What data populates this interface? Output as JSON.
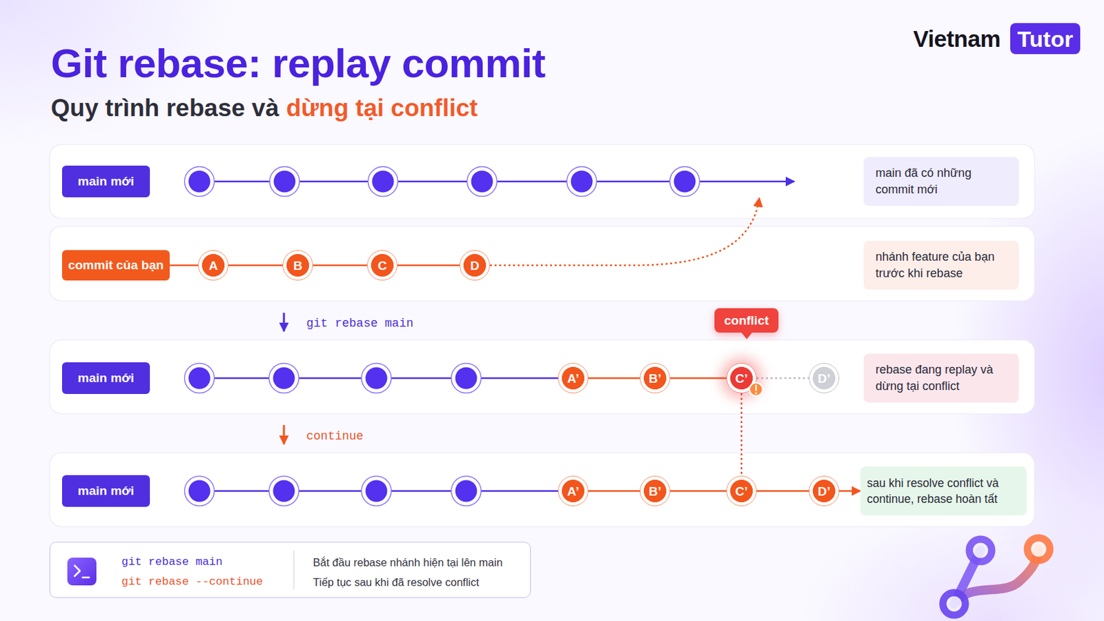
{
  "diagram": {
    "title": "Git rebase: replay commit",
    "caption": "Quy trình rebase và",
    "nodes": [
      {
        "text": [
          "main mới"
        ]
      },
      {
        "text": [
          "main đã có những commit mới"
        ]
      },
      {
        "text": [
          "commit của bạn"
        ]
      },
      {
        "text": [
          "A"
        ]
      },
      {
        "text": [
          "B"
        ]
      },
      {
        "text": [
          "C"
        ]
      },
      {
        "text": [
          "D"
        ]
      },
      {
        "text": [
          "nhánh feature của bạn trước khi rebase"
        ]
      },
      {
        "text": [
          "conflict"
        ]
      },
      {
        "text": [
          "main mới"
        ]
      },
      {
        "text": [
          "A’"
        ]
      },
      {
        "text": [
          "B’"
        ]
      },
      {
        "text": [
          "C’"
        ]
      },
      {
        "text": [
          "D’"
        ]
      },
      {
        "text": [
          "rebase đang replay và dừng tại conflict"
        ]
      },
      {
        "text": [
          "main mới"
        ]
      },
      {
        "text": [
          "A’"
        ]
      },
      {
        "text": [
          "B’"
        ]
      },
      {
        "text": [
          "C’"
        ]
      },
      {
        "text": [
          "D’"
        ]
      },
      {
        "text": [
          "sau khi resolve conflict và continue, rebase hoàn tất"
        ]
      },
      {
        "text": [
          "git rebase main",
          "git rebase --continue",
          "Bắt đầu rebase nhánh hiện tại lên main",
          "Tiếp tục sau khi đã resolve conflict"
        ]
      }
    ],
    "edges": [
      {
        "from": 2,
        "to": 3,
        "arrow": "none"
      },
      {
        "from": 3,
        "to": 4,
        "arrow": "none"
      },
      {
        "from": 4,
        "to": 5,
        "arrow": "none"
      },
      {
        "from": 5,
        "to": 6,
        "arrow": "none"
      },
      {
        "from": 10,
        "to": 11,
        "arrow": "none"
      },
      {
        "from": 11,
        "to": 12,
        "arrow": "none"
      },
      {
        "from": 12,
        "to": 13,
        "arrow": "none"
      },
      {
        "from": 12,
        "to": 18,
        "arrow": "none"
      },
      {
        "from": 16,
        "to": 17,
        "arrow": "none"
      },
      {
        "from": 17,
        "to": 18,
        "arrow": "none"
      },
      {
        "from": 18,
        "to": 19,
        "arrow": "none"
      },
      {
        "from": 19,
        "to": 20,
        "arrow": "to"
      }
    ],
    "labels": [
      "Vietnam",
      "Tutor",
      "dừng tại conflict",
      "git rebase main",
      "continue"
    ]
  }
}
